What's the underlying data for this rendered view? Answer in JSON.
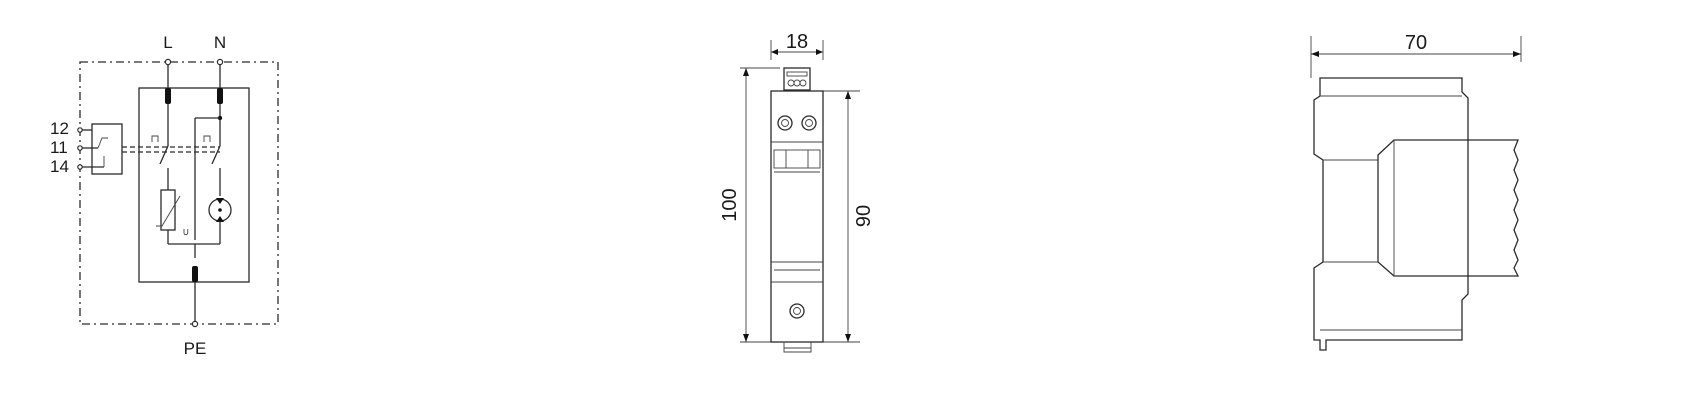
{
  "schematic": {
    "terminals": {
      "line": "L",
      "neutral": "N",
      "earth": "PE"
    },
    "contacts": {
      "c12": "12",
      "c11": "11",
      "c14": "14"
    },
    "varistor_mark": "U"
  },
  "front_view": {
    "width_label": "18",
    "height_label": "100",
    "body_height_label": "90"
  },
  "side_view": {
    "depth_label": "70"
  }
}
